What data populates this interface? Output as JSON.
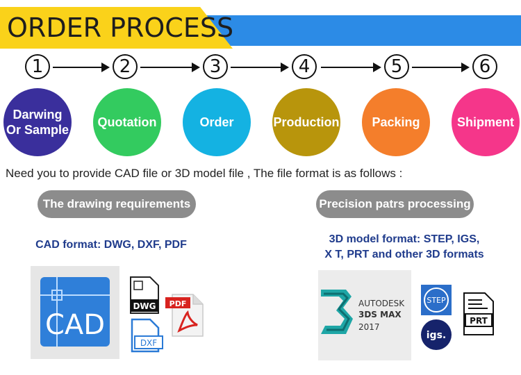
{
  "header": {
    "title": "ORDER PROCESS"
  },
  "steps": [
    {
      "num": "1",
      "lines": [
        "Darwing",
        "Or Sample"
      ],
      "color": "#3a2f9c"
    },
    {
      "num": "2",
      "lines": [
        "Quotation"
      ],
      "color": "#33cb5f"
    },
    {
      "num": "3",
      "lines": [
        "Order"
      ],
      "color": "#14b2e2"
    },
    {
      "num": "4",
      "lines": [
        "Production"
      ],
      "color": "#b8950c"
    },
    {
      "num": "5",
      "lines": [
        "Packing"
      ],
      "color": "#f47e2b"
    },
    {
      "num": "6",
      "lines": [
        "Shipment"
      ],
      "color": "#f5368a"
    }
  ],
  "intro": "Need you to provide CAD file or 3D model file , The file format is as follows :",
  "left": {
    "pill": "The drawing requirements",
    "format": "CAD format: DWG, DXF, PDF",
    "icons": {
      "cad": "CAD",
      "dwg": "DWG",
      "dxf": "DXF",
      "pdf": "PDF"
    }
  },
  "right": {
    "pill": "Precision patrs processing",
    "format_line1": "3D model format: STEP, IGS,",
    "format_line2": "X T, PRT and other 3D formats",
    "icons": {
      "max_line1": "AUTODESK",
      "max_line2": "3DS MAX",
      "max_line3": "2017",
      "step": "STEP",
      "igs": "igs.",
      "prt": "PRT"
    }
  }
}
